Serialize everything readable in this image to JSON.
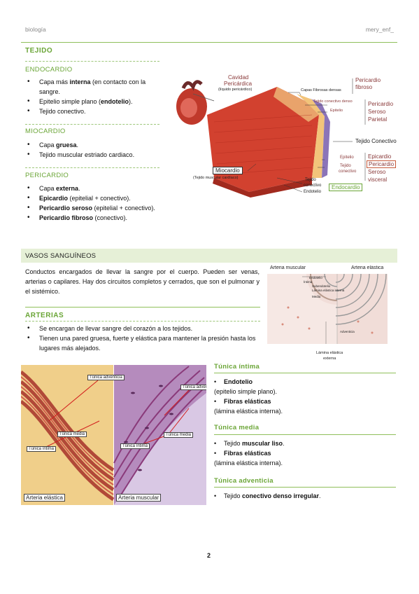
{
  "header": {
    "left": "biología",
    "right": "mery_enf_"
  },
  "tejido": {
    "title": "TEJIDO",
    "endocardio": {
      "title": "ENDOCARDIO",
      "items": [
        {
          "pre": "Capa más ",
          "bold": "interna",
          "post": " (en contacto con la sangre."
        },
        {
          "pre": "Epitelio simple plano (",
          "bold": "endotelio",
          "post": ")."
        },
        {
          "pre": "Tejido conectivo.",
          "bold": "",
          "post": ""
        }
      ]
    },
    "miocardio": {
      "title": "MIOCARDIO",
      "items": [
        {
          "pre": "Capa ",
          "bold": "gruesa",
          "post": "."
        },
        {
          "pre": "Tejido muscular estriado cardiaco.",
          "bold": "",
          "post": ""
        }
      ]
    },
    "pericardio": {
      "title": "PERICARDIO",
      "items": [
        {
          "pre": "Capa ",
          "bold": "externa",
          "post": "."
        },
        {
          "pre": "",
          "bold": "Epicardio",
          "post": " (epitelial + conectivo)."
        },
        {
          "pre": "",
          "bold": "Pericardio seroso",
          "post": " (epitelial + conectivo)."
        },
        {
          "pre": "",
          "bold": "Pericardio fibroso",
          "post": " (conectivo)."
        }
      ]
    }
  },
  "heart_figure": {
    "cavidad": "Cavidad",
    "pericardica": "Pericárdica",
    "liquido": "(líquido pericárdico)",
    "capas_fibrosas": "Capas Fibrosas densas",
    "tejido_conectivo_denso": "Tejido conectivo denso",
    "epitelio": "Epitelio",
    "pericardio_fibroso_1": "Pericardio",
    "pericardio_fibroso_2": "fibroso",
    "pericardio_seroso_1": "Pericardio",
    "pericardio_seroso_2": "Seroso",
    "pericardio_seroso_3": "Parietal",
    "tejido_conectivo": "Tejido Conectivo",
    "epitelio2": "Epitelio",
    "tejido_conectivo2a": "Tejido",
    "tejido_conectivo2b": "conectivo",
    "epicardio": "Epicardio",
    "pericardio_box": "Pericardio",
    "seroso_visceral_1": "Seroso",
    "seroso_visceral_2": "visceral",
    "miocardio": "Miocardio",
    "miocardio_sub": "(Tejido muscular cardíaco)",
    "tejido3a": "Tejido",
    "tejido3b": "conectivo",
    "endotelio": "Endotelio",
    "endocardio": "Endocardio"
  },
  "vasos": {
    "title": "VASOS SANGUÍNEOS",
    "paragraph": "Conductos encargados de llevar la sangre por el cuerpo. Pueden ser venas, arterias o capilares. Hay dos circuitos completos y cerrados, que son el pulmonar y el sistémico."
  },
  "artery_figure": {
    "arteria_muscular": "Arteria muscular",
    "arteria_elastica": "Arteria elástica",
    "endotelio": "Endotelio",
    "intima": "Íntima",
    "subendotelio": "Subendotelio",
    "lamina_interna": "Lámina elástica interna",
    "media": "Media",
    "adventicia": "Adventicia",
    "lamina_externa_1": "Lámina elástica",
    "lamina_externa_2": "externa"
  },
  "arterias": {
    "title": "ARTERIAS",
    "items": [
      "Se encargan de llevar sangre del corazón a los tejidos.",
      "Tienen una pared gruesa, fuerte y elástica para mantener la presión hasta los lugares más alejados."
    ]
  },
  "histology": {
    "left_caption": "Arteria elástica",
    "right_caption": "Arteria muscular",
    "adventicia": "Túnica adventicia",
    "media": "Túnica media",
    "intima": "Túnica íntima"
  },
  "tunica_intima": {
    "title": "Túnica íntima",
    "b1": "Endotelio",
    "l1": "(epitelio simple plano).",
    "b2": "Fibras elásticas",
    "l2": "(lámina elástica interna)."
  },
  "tunica_media": {
    "title": "Túnica media",
    "pre1": "Tejido ",
    "b1": "muscular liso",
    "post1": ".",
    "b2": "Fibras elásticas",
    "l2": "(lámina elástica interna)."
  },
  "tunica_adventicia": {
    "title": "Túnica adventicia",
    "pre1": "Tejido ",
    "b1": "conectivo denso irregular",
    "post1": "."
  },
  "page_number": "2",
  "colors": {
    "accent_green": "#6aa536",
    "banner": "#e6f0d7",
    "line": "#8fbf5a"
  }
}
